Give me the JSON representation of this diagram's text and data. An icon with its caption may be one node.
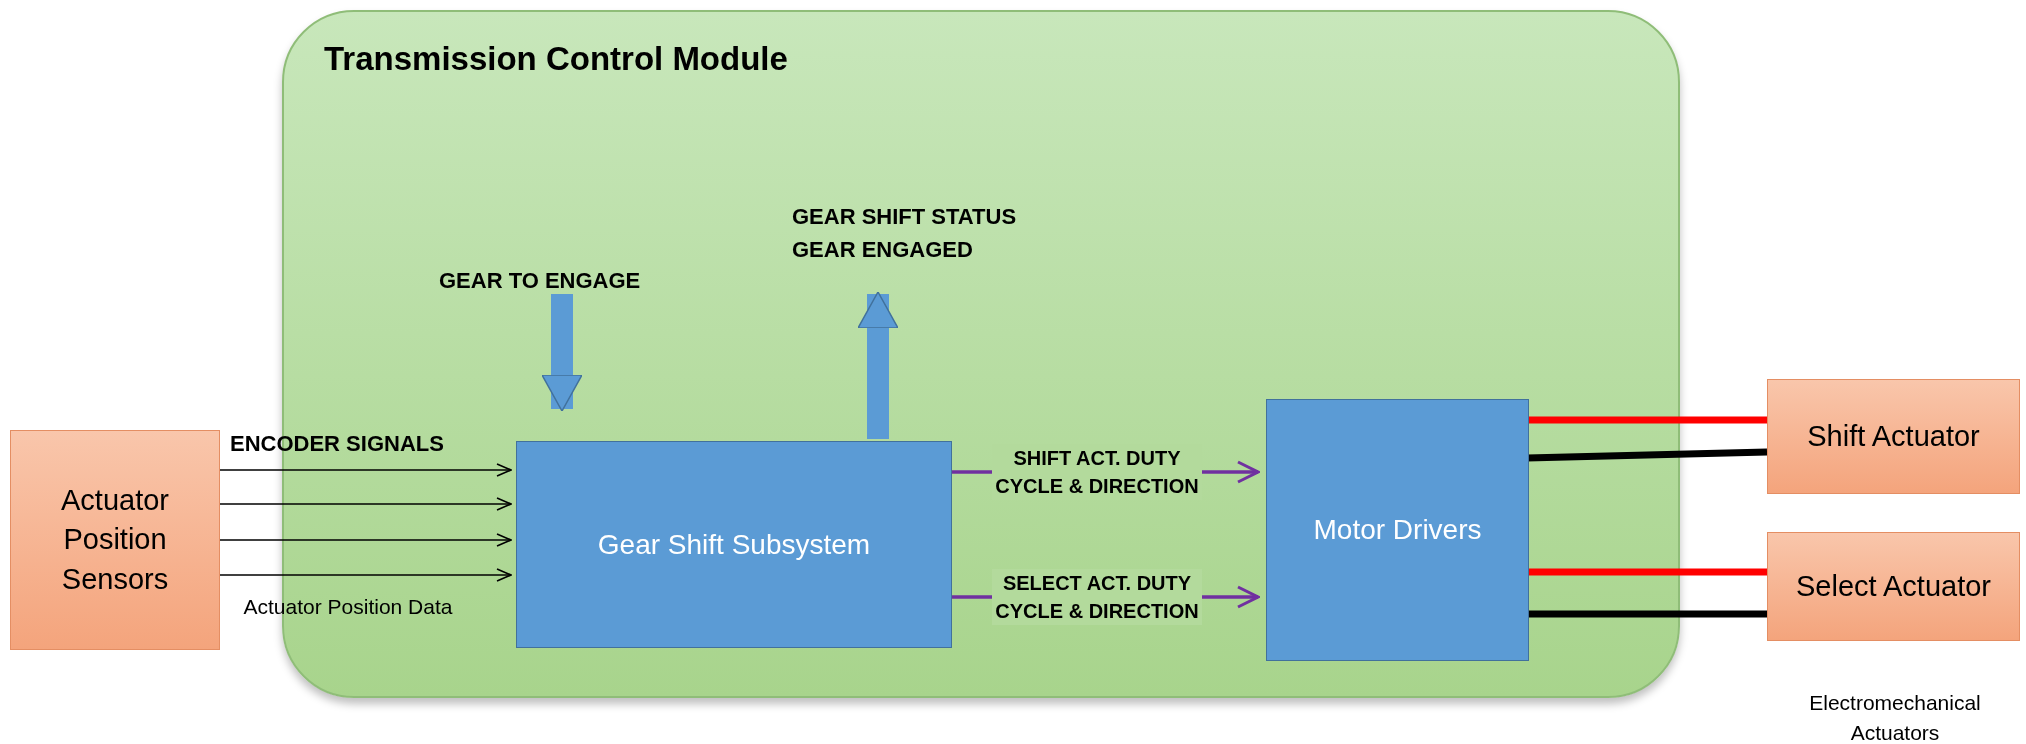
{
  "diagram": {
    "nodes": [
      {
        "text": [
          "Transmission Control Module"
        ]
      },
      {
        "text": [
          "Actuator Position Sensors"
        ]
      },
      {
        "text": [
          "GEAR TO ENGAGE"
        ],
        "in": 0
      },
      {
        "text": [
          "GEAR SHIFT STATUS GEAR ENGAGED"
        ],
        "in": 0
      },
      {
        "text": [
          "Gear Shift Subsystem"
        ],
        "in": 0
      },
      {
        "text": [
          "Motor Drivers"
        ],
        "in": 0
      },
      {
        "text": [
          "Shift Actuator"
        ]
      },
      {
        "text": [
          "Select Actuator"
        ]
      }
    ],
    "edges": [
      {
        "from": 1,
        "to": 4,
        "arrow": "to"
      },
      {
        "from": 1,
        "to": 4,
        "arrow": "to"
      },
      {
        "from": 1,
        "to": 4,
        "arrow": "to"
      },
      {
        "from": 1,
        "to": 4,
        "arrow": "to"
      },
      {
        "from": 2,
        "to": 4,
        "arrow": "to",
        "style": "thick",
        "color": "#5b9bd5"
      },
      {
        "from": 4,
        "to": 3,
        "arrow": "to",
        "style": "thick",
        "color": "#5b9bd5"
      },
      {
        "from": 4,
        "to": 5,
        "arrow": "to",
        "label": "SHIFT ACT. DUTY CYCLE & DIRECTION",
        "color": "#7030a0"
      },
      {
        "from": 4,
        "to": 5,
        "arrow": "to",
        "label": "SELECT ACT. DUTY CYCLE & DIRECTION",
        "color": "#7030a0"
      },
      {
        "from": 5,
        "to": 6,
        "arrow": "none",
        "style": "thick",
        "color": "#ff0000"
      },
      {
        "from": 5,
        "to": 6,
        "arrow": "none",
        "style": "thick"
      },
      {
        "from": 5,
        "to": 7,
        "arrow": "none",
        "style": "thick",
        "color": "#ff0000"
      },
      {
        "from": 5,
        "to": 7,
        "arrow": "none",
        "style": "thick"
      }
    ],
    "labels": [
      "ENCODER SIGNALS",
      "Actuator Position Data",
      "Electromechanical Actuators"
    ]
  }
}
